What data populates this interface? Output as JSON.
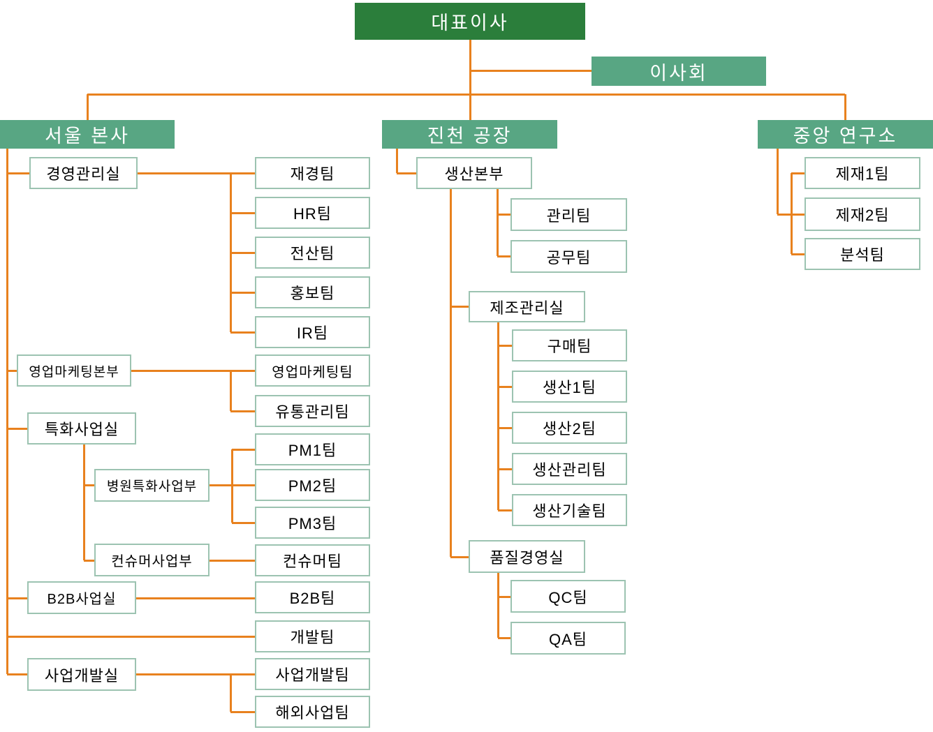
{
  "labels": {
    "ceo": "대표이사",
    "board": "이사회",
    "seoul": "서울 본사",
    "jincheon": "진천 공장",
    "lab": "중앙 연구소",
    "mgmt": "경영관리실",
    "fin": "재경팀",
    "hr": "HR팀",
    "it": "전산팀",
    "pr": "홍보팀",
    "ir": "IR팀",
    "salesmkt": "영업마케팅본부",
    "salesmkt_team": "영업마케팅팀",
    "dist": "유통관리팀",
    "special": "특화사업실",
    "hosp": "병원특화사업부",
    "pm1": "PM1팀",
    "pm2": "PM2팀",
    "pm3": "PM3팀",
    "consumer_div": "컨슈머사업부",
    "consumer_team": "컨슈머팀",
    "b2b": "B2B사업실",
    "b2b_team": "B2B팀",
    "dev_team": "개발팀",
    "bizdev": "사업개발실",
    "bizdev_team": "사업개발팀",
    "overseas": "해외사업팀",
    "prod_hq": "생산본부",
    "admin_team": "관리팀",
    "eng_team": "공무팀",
    "mfg": "제조관리실",
    "purchase": "구매팀",
    "prod1": "생산1팀",
    "prod2": "생산2팀",
    "prod_mgmt": "생산관리팀",
    "prod_tech": "생산기술팀",
    "quality": "품질경영실",
    "qc": "QC팀",
    "qa": "QA팀",
    "mat1": "제재1팀",
    "mat2": "제재2팀",
    "analysis": "분석팀"
  },
  "hierarchy": {
    "id": "ceo",
    "children": [
      {
        "id": "board"
      },
      {
        "id": "seoul",
        "children": [
          {
            "id": "mgmt",
            "children": [
              {
                "id": "fin"
              },
              {
                "id": "hr"
              },
              {
                "id": "it"
              },
              {
                "id": "pr"
              },
              {
                "id": "ir"
              }
            ]
          },
          {
            "id": "salesmkt",
            "children": [
              {
                "id": "salesmkt_team"
              },
              {
                "id": "dist"
              }
            ]
          },
          {
            "id": "special",
            "children": [
              {
                "id": "hosp",
                "children": [
                  {
                    "id": "pm1"
                  },
                  {
                    "id": "pm2"
                  },
                  {
                    "id": "pm3"
                  }
                ]
              },
              {
                "id": "consumer_div",
                "children": [
                  {
                    "id": "consumer_team"
                  }
                ]
              }
            ]
          },
          {
            "id": "b2b",
            "children": [
              {
                "id": "b2b_team"
              }
            ]
          },
          {
            "id": "dev_team"
          },
          {
            "id": "bizdev",
            "children": [
              {
                "id": "bizdev_team"
              },
              {
                "id": "overseas"
              }
            ]
          }
        ]
      },
      {
        "id": "jincheon",
        "children": [
          {
            "id": "prod_hq",
            "children": [
              {
                "id": "admin_team"
              },
              {
                "id": "eng_team"
              },
              {
                "id": "mfg",
                "children": [
                  {
                    "id": "purchase"
                  },
                  {
                    "id": "prod1"
                  },
                  {
                    "id": "prod2"
                  },
                  {
                    "id": "prod_mgmt"
                  },
                  {
                    "id": "prod_tech"
                  }
                ]
              },
              {
                "id": "quality",
                "children": [
                  {
                    "id": "qc"
                  },
                  {
                    "id": "qa"
                  }
                ]
              }
            ]
          }
        ]
      },
      {
        "id": "lab",
        "children": [
          {
            "id": "mat1"
          },
          {
            "id": "mat2"
          },
          {
            "id": "analysis"
          }
        ]
      }
    ]
  },
  "colors": {
    "root_fill": "#2b7e3b",
    "division_fill": "#58a683",
    "box_fill": "#ffffff",
    "box_border": "#9cc3b1",
    "connector": "#e8811e",
    "box_text": "#000000",
    "header_text": "#ffffff"
  }
}
